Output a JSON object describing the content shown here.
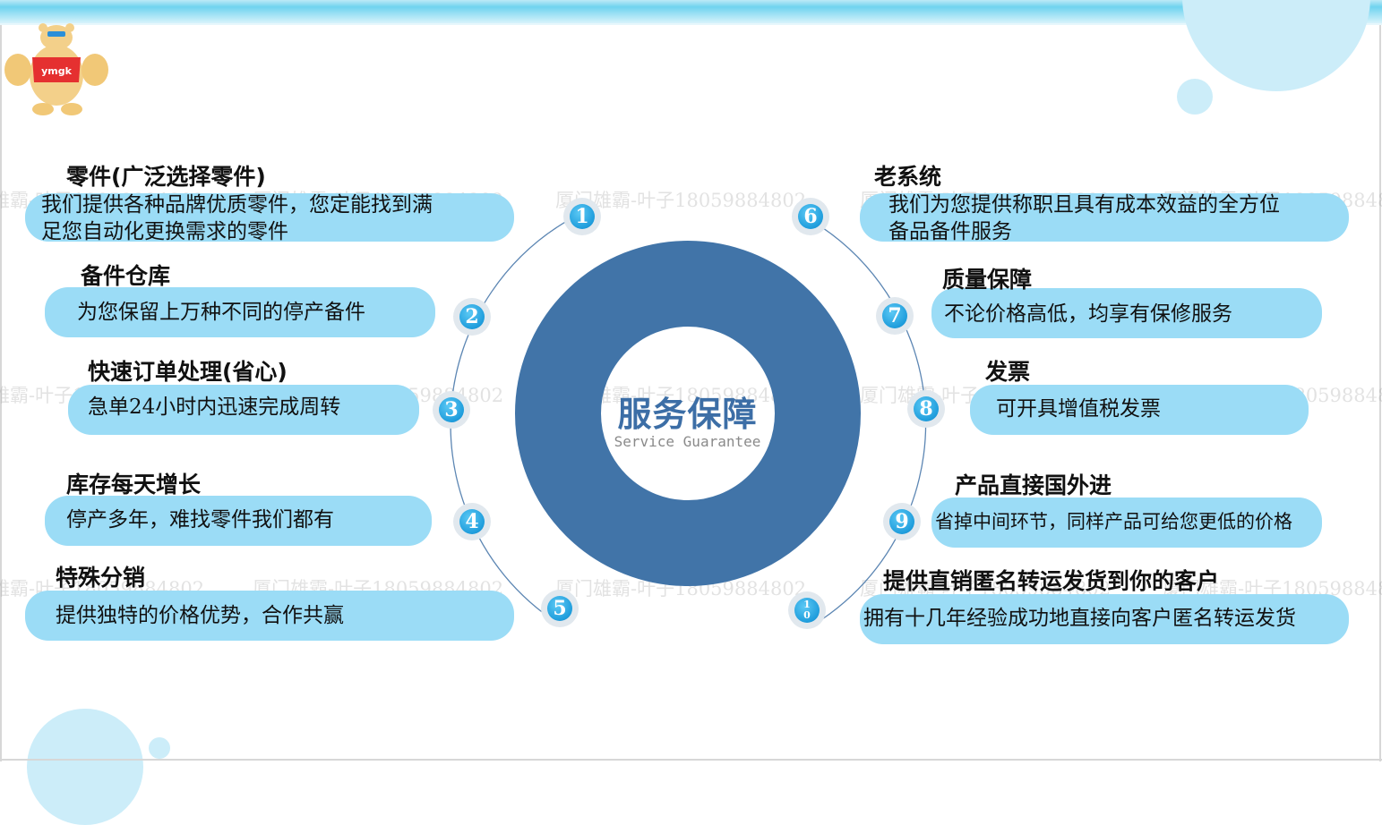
{
  "center": {
    "title": "服务保障",
    "subtitle": "Service Guarantee"
  },
  "items": [
    {
      "num": "1",
      "title": "零件(广泛选择零件)",
      "desc_lines": [
        "我们提供各种品牌优质零件，您定能找到满",
        "足您自动化更换需求的零件"
      ]
    },
    {
      "num": "2",
      "title": "备件仓库",
      "desc_lines": [
        "为您保留上万种不同的停产备件"
      ]
    },
    {
      "num": "3",
      "title": "快速订单处理(省心)",
      "desc_lines": [
        "急单24小时内迅速完成周转"
      ]
    },
    {
      "num": "4",
      "title": "库存每天增长",
      "desc_lines": [
        "停产多年，难找零件我们都有"
      ]
    },
    {
      "num": "5",
      "title": "特殊分销",
      "desc_lines": [
        "提供独特的价格优势，合作共赢"
      ]
    },
    {
      "num": "6",
      "title": "老系统",
      "desc_lines": [
        "我们为您提供称职且具有成本效益的全方位",
        "备品备件服务"
      ]
    },
    {
      "num": "7",
      "title": "质量保障",
      "desc_lines": [
        "不论价格高低，均享有保修服务"
      ]
    },
    {
      "num": "8",
      "title": "发票",
      "desc_lines": [
        "可开具增值税发票"
      ]
    },
    {
      "num": "9",
      "title": "产品直接国外进",
      "desc_lines": [
        "省掉中间环节，同样产品可给您更低的价格"
      ]
    },
    {
      "num": [
        "1",
        "0"
      ],
      "title": "提供直销匿名转运发货到你的客户",
      "desc_lines": [
        "拥有十几年经验成功地直接向客户匿名转运发货"
      ]
    }
  ],
  "watermark": "厦门雄霸-叶子18059884802",
  "mascot_logo": "ymgk",
  "colors": {
    "ring": "#4174a8",
    "pill": "#9bdcf6",
    "badge": "#1f9ddc",
    "title_text": "#3c6ea6"
  }
}
